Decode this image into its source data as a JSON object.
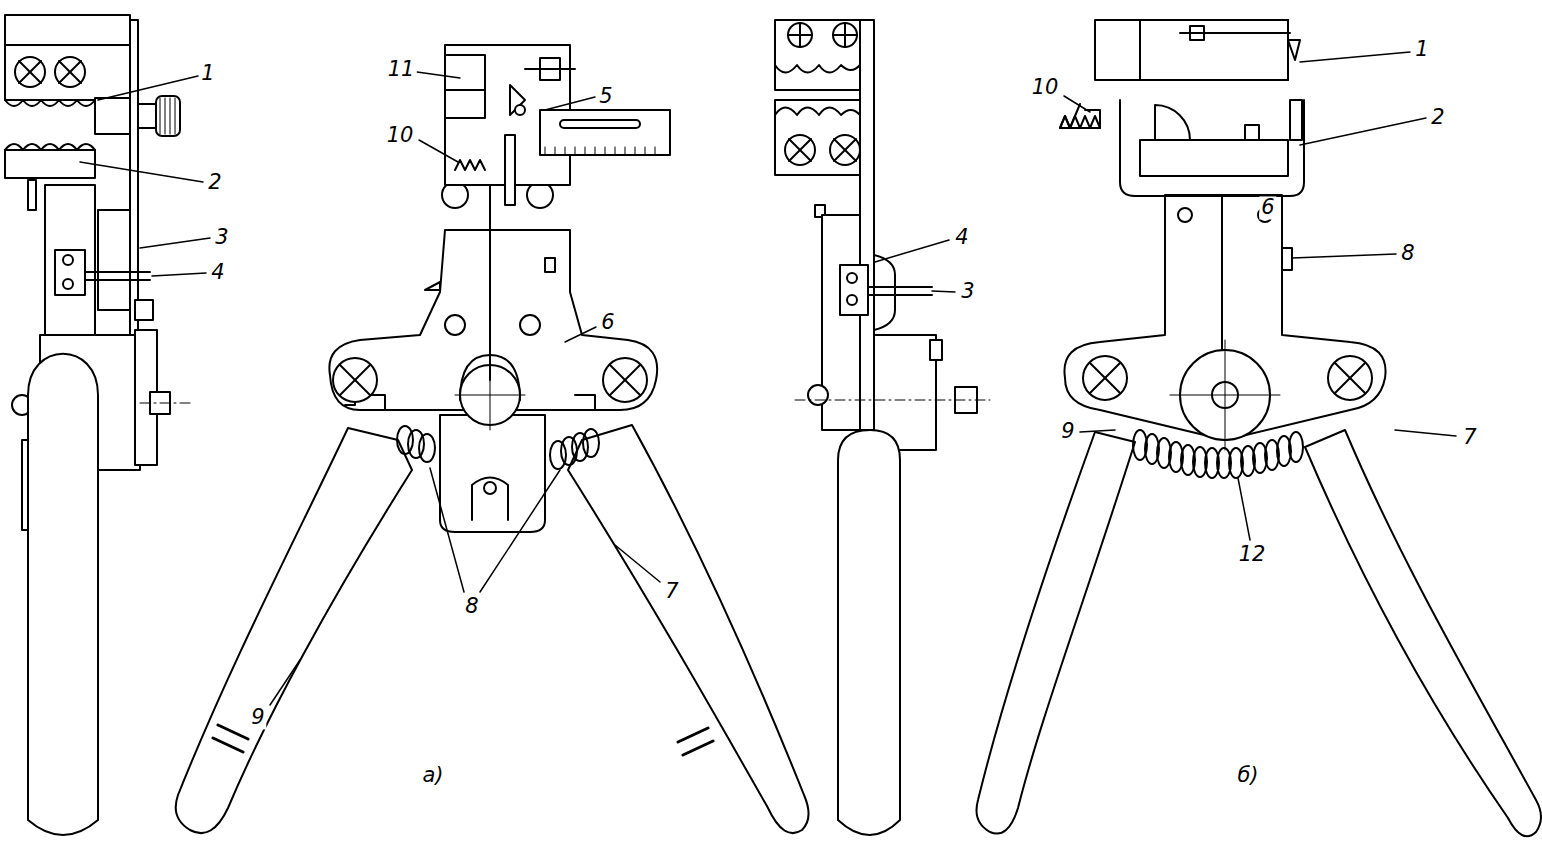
{
  "diagram": {
    "labels": [
      "1",
      "2",
      "3",
      "4",
      "11",
      "5",
      "10",
      "6",
      "8",
      "7",
      "9",
      "а)",
      "4",
      "3",
      "1",
      "10",
      "2",
      "6",
      "8",
      "7",
      "9",
      "12",
      "б)"
    ]
  }
}
